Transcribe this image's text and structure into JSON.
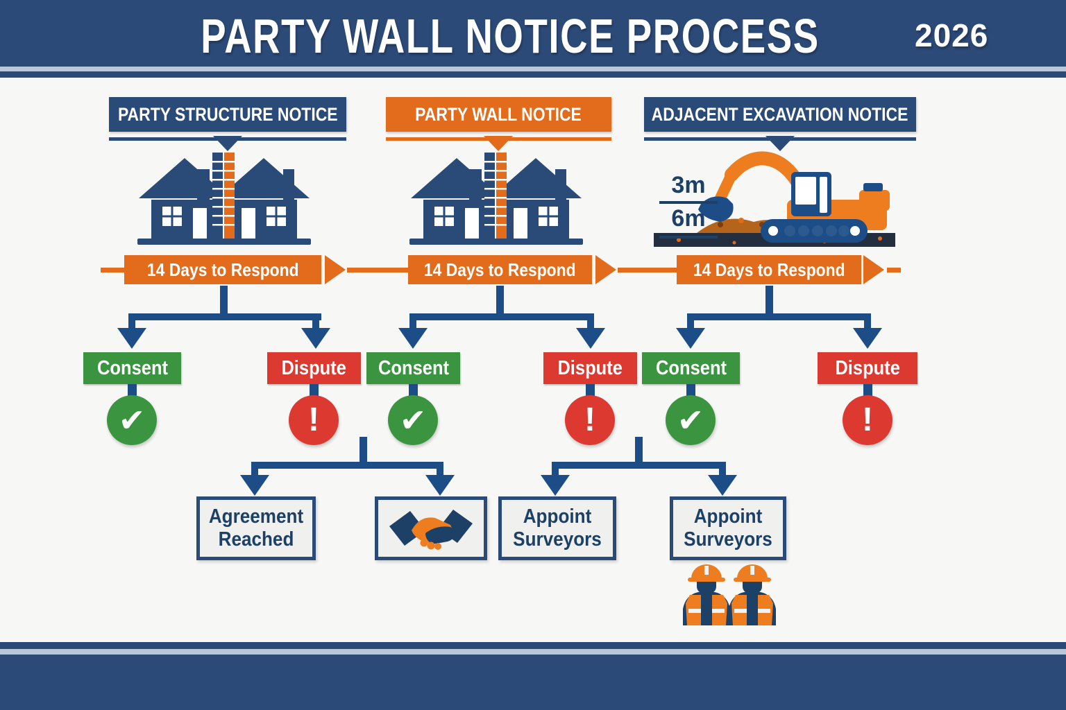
{
  "header": {
    "title": "PARTY WALL NOTICE PROCESS",
    "year": "2026"
  },
  "columns": [
    {
      "notice": "PARTY STRUCTURE NOTICE",
      "icon": "party-wall-houses-icon",
      "response_banner": "14 Days to Respond",
      "consent_label": "Consent",
      "dispute_label": "Dispute"
    },
    {
      "notice": "PARTY WALL NOTICE",
      "icon": "party-wall-houses-icon",
      "response_banner": "14 Days to Respond",
      "consent_label": "Consent",
      "dispute_label": "Dispute"
    },
    {
      "notice": "ADJACENT EXCAVATION NOTICE",
      "icon": "excavator-icon",
      "excavation_depths": [
        "3m",
        "6m"
      ],
      "response_banner": "14 Days to Respond",
      "consent_label": "Consent",
      "dispute_label": "Dispute"
    }
  ],
  "outcomes": {
    "agreement_reached": "Agreement Reached",
    "handshake_icon": "handshake-icon",
    "appoint_surveyors_1": "Appoint Surveyors",
    "appoint_surveyors_2": "Appoint Surveyors",
    "surveyors_icon": "surveyors-icon"
  },
  "icons": {
    "consent_check": "✔",
    "dispute_exclamation": "!"
  },
  "colors": {
    "navy": "#2c4a77",
    "connector_navy": "#1d4d86",
    "orange": "#e26c1c",
    "green": "#3b9540",
    "red": "#dc3a31",
    "light_stripe": "#b9c7da",
    "outcome_box_bg": "#f0f0ee"
  }
}
